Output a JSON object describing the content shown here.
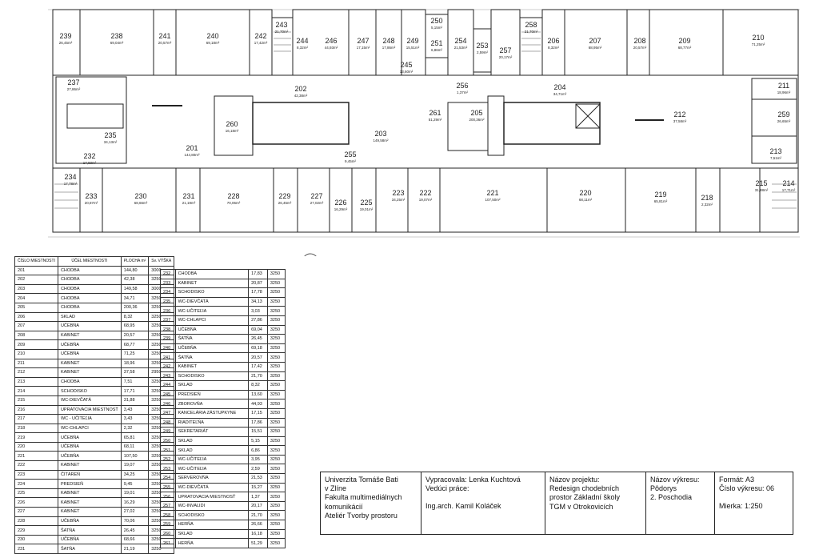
{
  "plan_rooms": [
    {
      "num": "239",
      "area": "26,45m²"
    },
    {
      "num": "238",
      "area": "69,04m²"
    },
    {
      "num": "241",
      "area": "20,57m²"
    },
    {
      "num": "240",
      "area": "69,18m²"
    },
    {
      "num": "242",
      "area": "17,42m²"
    },
    {
      "num": "243",
      "area": "21,70m²"
    },
    {
      "num": "244",
      "area": "8,32m²"
    },
    {
      "num": "246",
      "area": "44,93m²"
    },
    {
      "num": "247",
      "area": "17,15m²"
    },
    {
      "num": "248",
      "area": "17,86m²"
    },
    {
      "num": "249",
      "area": "15,51m²"
    },
    {
      "num": "250",
      "area": "5,15m²"
    },
    {
      "num": "251",
      "area": "6,86m²"
    },
    {
      "num": "254",
      "area": "21,53m²"
    },
    {
      "num": "253",
      "area": "2,59m²"
    },
    {
      "num": "257",
      "area": "20,17m²"
    },
    {
      "num": "258",
      "area": "21,70m²"
    },
    {
      "num": "206",
      "area": "8,32m²"
    },
    {
      "num": "207",
      "area": "68,95m²"
    },
    {
      "num": "208",
      "area": "20,57m²"
    },
    {
      "num": "209",
      "area": "68,77m²"
    },
    {
      "num": "210",
      "area": "71,25m²"
    },
    {
      "num": "237",
      "area": "27,86m²"
    },
    {
      "num": "202",
      "area": "42,38m²"
    },
    {
      "num": "256",
      "area": "1,37m²"
    },
    {
      "num": "204",
      "area": "34,71m²"
    },
    {
      "num": "245",
      "area": "13,60m²"
    },
    {
      "num": "211",
      "area": "18,96m²"
    },
    {
      "num": "259",
      "area": "26,65m²"
    },
    {
      "num": "260",
      "area": "16,18m²"
    },
    {
      "num": "261",
      "area": "51,29m²"
    },
    {
      "num": "205",
      "area": "200,36m²"
    },
    {
      "num": "212",
      "area": "37,58m²"
    },
    {
      "num": "235",
      "area": "34,13m²"
    },
    {
      "num": "203",
      "area": "149,58m²"
    },
    {
      "num": "201",
      "area": "144,80m²"
    },
    {
      "num": "232",
      "area": "17,83m²"
    },
    {
      "num": "213",
      "area": "7,51m²"
    },
    {
      "num": "234",
      "area": "17,78m²"
    },
    {
      "num": "255",
      "area": "9,45m²"
    },
    {
      "num": "215",
      "area": "31,88m²"
    },
    {
      "num": "214",
      "area": "17,71m²"
    },
    {
      "num": "233",
      "area": "20,87m²"
    },
    {
      "num": "230",
      "area": "68,66m²"
    },
    {
      "num": "231",
      "area": "21,19m²"
    },
    {
      "num": "228",
      "area": "70,06m²"
    },
    {
      "num": "229",
      "area": "26,45m²"
    },
    {
      "num": "227",
      "area": "27,02m²"
    },
    {
      "num": "226",
      "area": "16,29m²"
    },
    {
      "num": "225",
      "area": "19,01m²"
    },
    {
      "num": "223",
      "area": "34,25m²"
    },
    {
      "num": "222",
      "area": "19,07m²"
    },
    {
      "num": "221",
      "area": "107,50m²"
    },
    {
      "num": "220",
      "area": "68,11m²"
    },
    {
      "num": "219",
      "area": "65,81m²"
    },
    {
      "num": "218",
      "area": "2,32m²"
    }
  ],
  "table_headers": {
    "num": "ČÍSLO MIESTNOSTI",
    "purpose": "ÚČEL MIESTNOSTI",
    "area": "PLOCHA m²",
    "height": "Sv. VÝŠKA"
  },
  "table_left": [
    [
      "201",
      "CHODBA",
      "144,80",
      "3000"
    ],
    [
      "202",
      "CHODBA",
      "42,38",
      "3250"
    ],
    [
      "203",
      "CHODBA",
      "149,58",
      "3000"
    ],
    [
      "204",
      "CHODBA",
      "34,71",
      "3250"
    ],
    [
      "205",
      "CHODBA",
      "200,36",
      "3250"
    ],
    [
      "206",
      "SKLAD",
      "8,32",
      "3250"
    ],
    [
      "207",
      "UČEBŇA",
      "68,95",
      "3250"
    ],
    [
      "208",
      "KABINET",
      "20,57",
      "3250"
    ],
    [
      "209",
      "UČEBŇA",
      "68,77",
      "3250"
    ],
    [
      "210",
      "UČEBŇA",
      "71,25",
      "3250"
    ],
    [
      "211",
      "KABINET",
      "18,96",
      "3250"
    ],
    [
      "212",
      "KABINET",
      "37,58",
      "2950"
    ],
    [
      "213",
      "CHODBA",
      "7,51",
      "3250"
    ],
    [
      "214",
      "SCHODISKO",
      "17,71",
      "3250"
    ],
    [
      "215",
      "WC-DIEVČATÁ",
      "31,88",
      "3250"
    ],
    [
      "216",
      "UPRATOVACIA MIESTNOSŤ",
      "3,43",
      "3250"
    ],
    [
      "217",
      "WC - UČITEĽIA",
      "3,43",
      "3250"
    ],
    [
      "218",
      "WC-CHLAPCI",
      "2,32",
      "3250"
    ],
    [
      "219",
      "UČEBŇA",
      "65,81",
      "3250"
    ],
    [
      "220",
      "UČEBŇA",
      "68,11",
      "3250"
    ],
    [
      "221",
      "UČEBŇA",
      "107,50",
      "3250"
    ],
    [
      "222",
      "KABINET",
      "19,07",
      "3250"
    ],
    [
      "223",
      "ČITÁREŇ",
      "34,25",
      "3250"
    ],
    [
      "224",
      "PREDSIEŇ",
      "9,45",
      "3250"
    ],
    [
      "225",
      "KABINET",
      "19,01",
      "3250"
    ],
    [
      "226",
      "KABINET",
      "16,29",
      "3250"
    ],
    [
      "227",
      "KABINET",
      "27,02",
      "3250"
    ],
    [
      "228",
      "UČEBŇA",
      "70,06",
      "3250"
    ],
    [
      "229",
      "ŠATŇA",
      "26,45",
      "3250"
    ],
    [
      "230",
      "UČEBŇA",
      "68,66",
      "3250"
    ],
    [
      "231",
      "ŠATŇA",
      "21,19",
      "3250"
    ]
  ],
  "table_right": [
    [
      "232",
      "CHODBA",
      "17,83",
      "3250"
    ],
    [
      "233",
      "KABINET",
      "20,87",
      "3250"
    ],
    [
      "234",
      "SCHODISKO",
      "17,78",
      "3250"
    ],
    [
      "235",
      "WC-DIEVČATÁ",
      "34,13",
      "3250"
    ],
    [
      "236",
      "WC-UČITEĽIA",
      "3,03",
      "3250"
    ],
    [
      "237",
      "WC-CHLAPCI",
      "27,86",
      "3250"
    ],
    [
      "238",
      "UČEBŇA",
      "69,04",
      "3250"
    ],
    [
      "239",
      "ŠATŇA",
      "26,45",
      "3250"
    ],
    [
      "240",
      "UČEBŇA",
      "69,18",
      "3250"
    ],
    [
      "241",
      "ŠATŇA",
      "20,57",
      "3250"
    ],
    [
      "242",
      "KABINET",
      "17,42",
      "3250"
    ],
    [
      "243",
      "SCHODISKO",
      "21,70",
      "3250"
    ],
    [
      "244",
      "SKLAD",
      "8,32",
      "3250"
    ],
    [
      "245",
      "PREDSIEŇ",
      "13,60",
      "3250"
    ],
    [
      "246",
      "ZBOROVŇA",
      "44,93",
      "3250"
    ],
    [
      "247",
      "KANCELÁRIA ZÁSTUPKYNE",
      "17,15",
      "3250"
    ],
    [
      "248",
      "RIADITEĽŇA",
      "17,86",
      "3250"
    ],
    [
      "249",
      "SEKRETARIÁT",
      "15,51",
      "3250"
    ],
    [
      "250",
      "SKLAD",
      "5,15",
      "3250"
    ],
    [
      "251",
      "SKLAD",
      "6,86",
      "3250"
    ],
    [
      "252",
      "WC-UČITEĽIA",
      "3,95",
      "3250"
    ],
    [
      "253",
      "WC-UČITEĽIA",
      "2,59",
      "3250"
    ],
    [
      "254",
      "SERVEROVŇA",
      "21,53",
      "3250"
    ],
    [
      "255",
      "WC-DIEVČATÁ",
      "15,27",
      "3250"
    ],
    [
      "256",
      "UPRATOVACIA MIESTNOSŤ",
      "1,37",
      "3250"
    ],
    [
      "257",
      "WC-INVALIDI",
      "20,17",
      "3250"
    ],
    [
      "258",
      "SCHODISKO",
      "21,70",
      "3250"
    ],
    [
      "259",
      "HERŇA",
      "26,66",
      "3250"
    ],
    [
      "260",
      "SKLAD",
      "16,18",
      "3250"
    ],
    [
      "261",
      "HERŇA",
      "51,29",
      "3250"
    ]
  ],
  "title_block": {
    "school_lines": [
      "Univerzita Tomáše Bati",
      "v Zlíne",
      "Fakulta multimediálnych",
      "komunikácií",
      "Ateliér Tvorby prostoru"
    ],
    "author": "Vypracovala: Lenka Kuchtová",
    "supervisor_label": "Vedúci práce:",
    "supervisor": "Ing.arch. Kamil Koláček",
    "project_label": "Názov projektu:",
    "project_lines": [
      "Redesign chodebních",
      "prostor Základní školy",
      "TGM v Otrokovicích"
    ],
    "drawing_label": "Názov výkresu:",
    "drawing_lines": [
      "Pôdorys",
      "2. Poschodia"
    ],
    "format": "Formát: A3",
    "sheet_no": "Číslo výkresu: 06",
    "scale": "Mierka: 1:250"
  }
}
